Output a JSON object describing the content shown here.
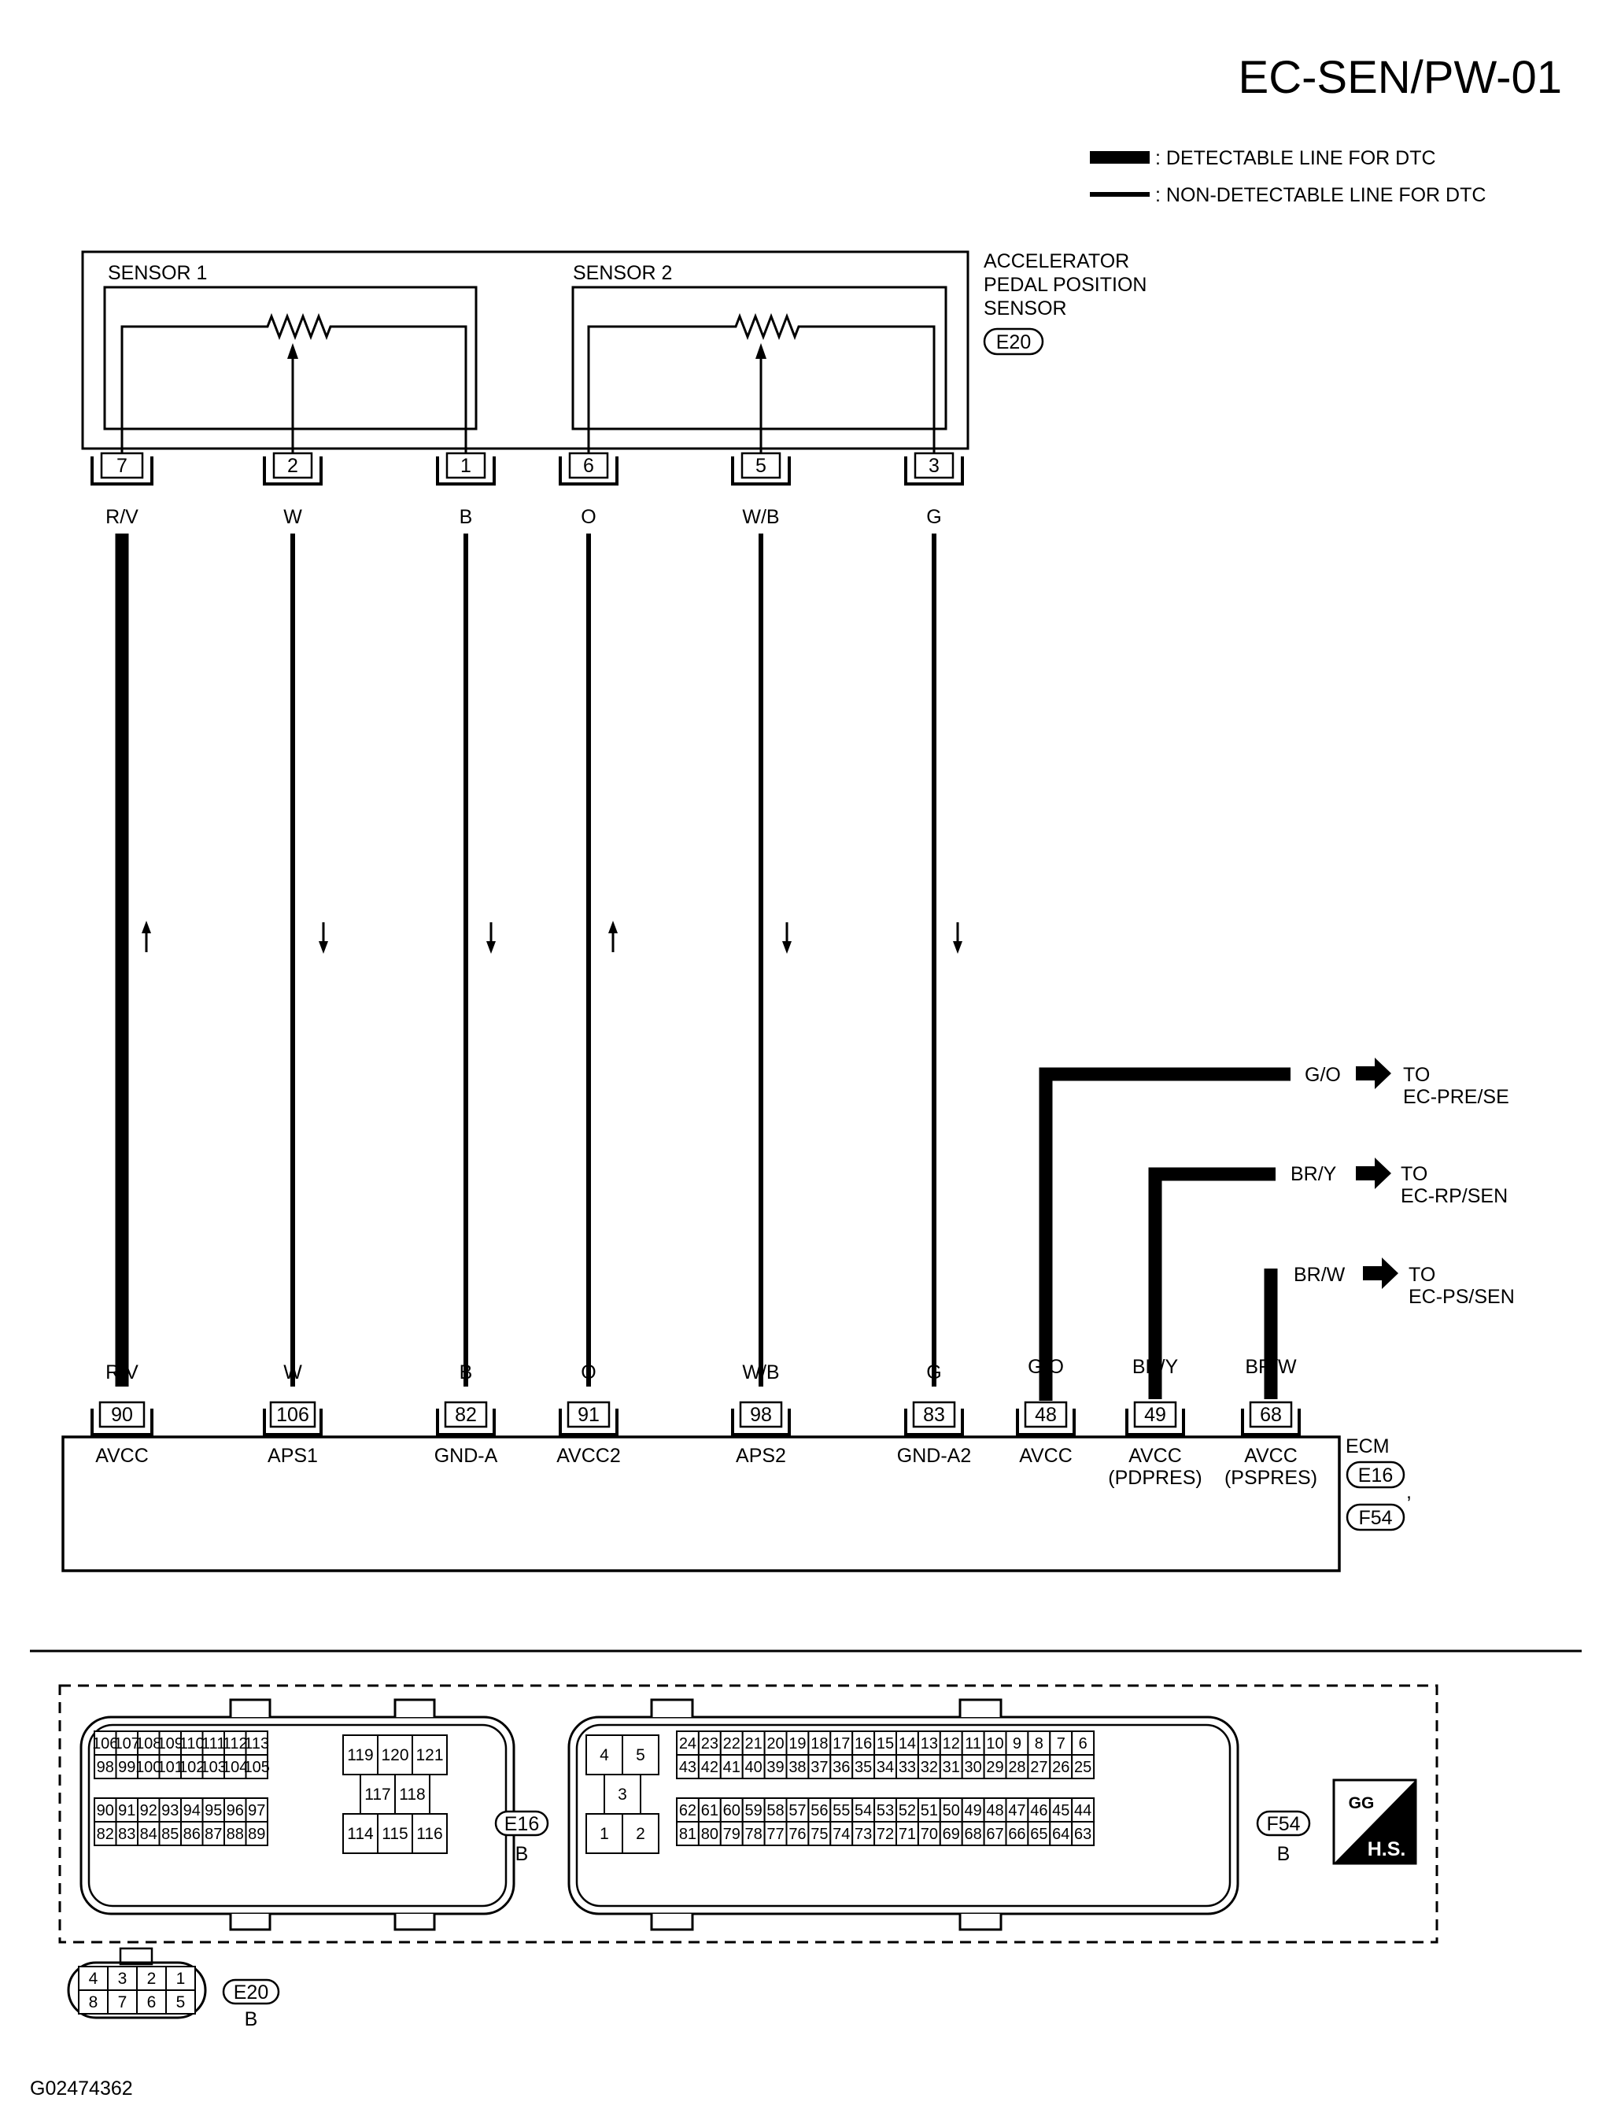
{
  "page": {
    "title": "EC-SEN/PW-01",
    "figure_id": "G02474362"
  },
  "legend": {
    "detectable": ": DETECTABLE LINE FOR DTC",
    "non_detectable": ": NON-DETECTABLE LINE FOR DTC"
  },
  "sensor": {
    "name_lines": [
      "ACCELERATOR",
      "PEDAL POSITION",
      "SENSOR"
    ],
    "connector": "E20",
    "sensor1_label": "SENSOR 1",
    "sensor2_label": "SENSOR 2",
    "pins": [
      {
        "pin": "7",
        "color": "R/V"
      },
      {
        "pin": "2",
        "color": "W"
      },
      {
        "pin": "1",
        "color": "B"
      },
      {
        "pin": "6",
        "color": "O"
      },
      {
        "pin": "5",
        "color": "W/B"
      },
      {
        "pin": "3",
        "color": "G"
      }
    ]
  },
  "ecm": {
    "name": "ECM",
    "connectors": [
      "E16",
      "F54"
    ],
    "pins": [
      {
        "pin": "90",
        "color": "R/V",
        "signal": "AVCC",
        "signal2": ""
      },
      {
        "pin": "106",
        "color": "W",
        "signal": "APS1",
        "signal2": ""
      },
      {
        "pin": "82",
        "color": "B",
        "signal": "GND-A",
        "signal2": ""
      },
      {
        "pin": "91",
        "color": "O",
        "signal": "AVCC2",
        "signal2": ""
      },
      {
        "pin": "98",
        "color": "W/B",
        "signal": "APS2",
        "signal2": ""
      },
      {
        "pin": "83",
        "color": "G",
        "signal": "GND-A2",
        "signal2": ""
      },
      {
        "pin": "48",
        "color": "G/O",
        "signal": "AVCC",
        "signal2": ""
      },
      {
        "pin": "49",
        "color": "BR/Y",
        "signal": "AVCC",
        "signal2": "(PDPRES)"
      },
      {
        "pin": "68",
        "color": "BR/W",
        "signal": "AVCC",
        "signal2": "(PSPRES)"
      }
    ]
  },
  "outputs": [
    {
      "color": "G/O",
      "to": "TO",
      "dest": "EC-PRE/SE"
    },
    {
      "color": "BR/Y",
      "to": "TO",
      "dest": "EC-RP/SEN"
    },
    {
      "color": "BR/W",
      "to": "TO",
      "dest": "EC-PS/SEN"
    }
  ],
  "connector_views": {
    "e16": {
      "id": "E16",
      "color": "B",
      "rows": [
        [
          "106",
          "107",
          "108",
          "109",
          "110",
          "111",
          "112",
          "113"
        ],
        [
          "98",
          "99",
          "100",
          "101",
          "102",
          "103",
          "104",
          "105"
        ],
        [
          "90",
          "91",
          "92",
          "93",
          "94",
          "95",
          "96",
          "97"
        ],
        [
          "82",
          "83",
          "84",
          "85",
          "86",
          "87",
          "88",
          "89"
        ]
      ],
      "block": [
        "119",
        "120",
        "121",
        "117",
        "118",
        "114",
        "115",
        "116"
      ]
    },
    "f54": {
      "id": "F54",
      "color": "B",
      "left": [
        "4",
        "5",
        "3",
        "1",
        "2"
      ],
      "rows": [
        [
          "24",
          "23",
          "22",
          "21",
          "20",
          "19",
          "18",
          "17",
          "16",
          "15",
          "14",
          "13",
          "12",
          "11",
          "10",
          "9",
          "8",
          "7",
          "6"
        ],
        [
          "43",
          "42",
          "41",
          "40",
          "39",
          "38",
          "37",
          "36",
          "35",
          "34",
          "33",
          "32",
          "31",
          "30",
          "29",
          "28",
          "27",
          "26",
          "25"
        ],
        [
          "62",
          "61",
          "60",
          "59",
          "58",
          "57",
          "56",
          "55",
          "54",
          "53",
          "52",
          "51",
          "50",
          "49",
          "48",
          "47",
          "46",
          "45",
          "44"
        ],
        [
          "81",
          "80",
          "79",
          "78",
          "77",
          "76",
          "75",
          "74",
          "73",
          "72",
          "71",
          "70",
          "69",
          "68",
          "67",
          "66",
          "65",
          "64",
          "63"
        ]
      ]
    },
    "e20": {
      "id": "E20",
      "color": "B",
      "top": [
        "4",
        "3",
        "2",
        "1"
      ],
      "bottom": [
        "8",
        "7",
        "6",
        "5"
      ]
    },
    "hs_label": "H.S.",
    "hs_glyph": "GG"
  },
  "arrows": {
    "up": "↑",
    "down": "↓"
  }
}
